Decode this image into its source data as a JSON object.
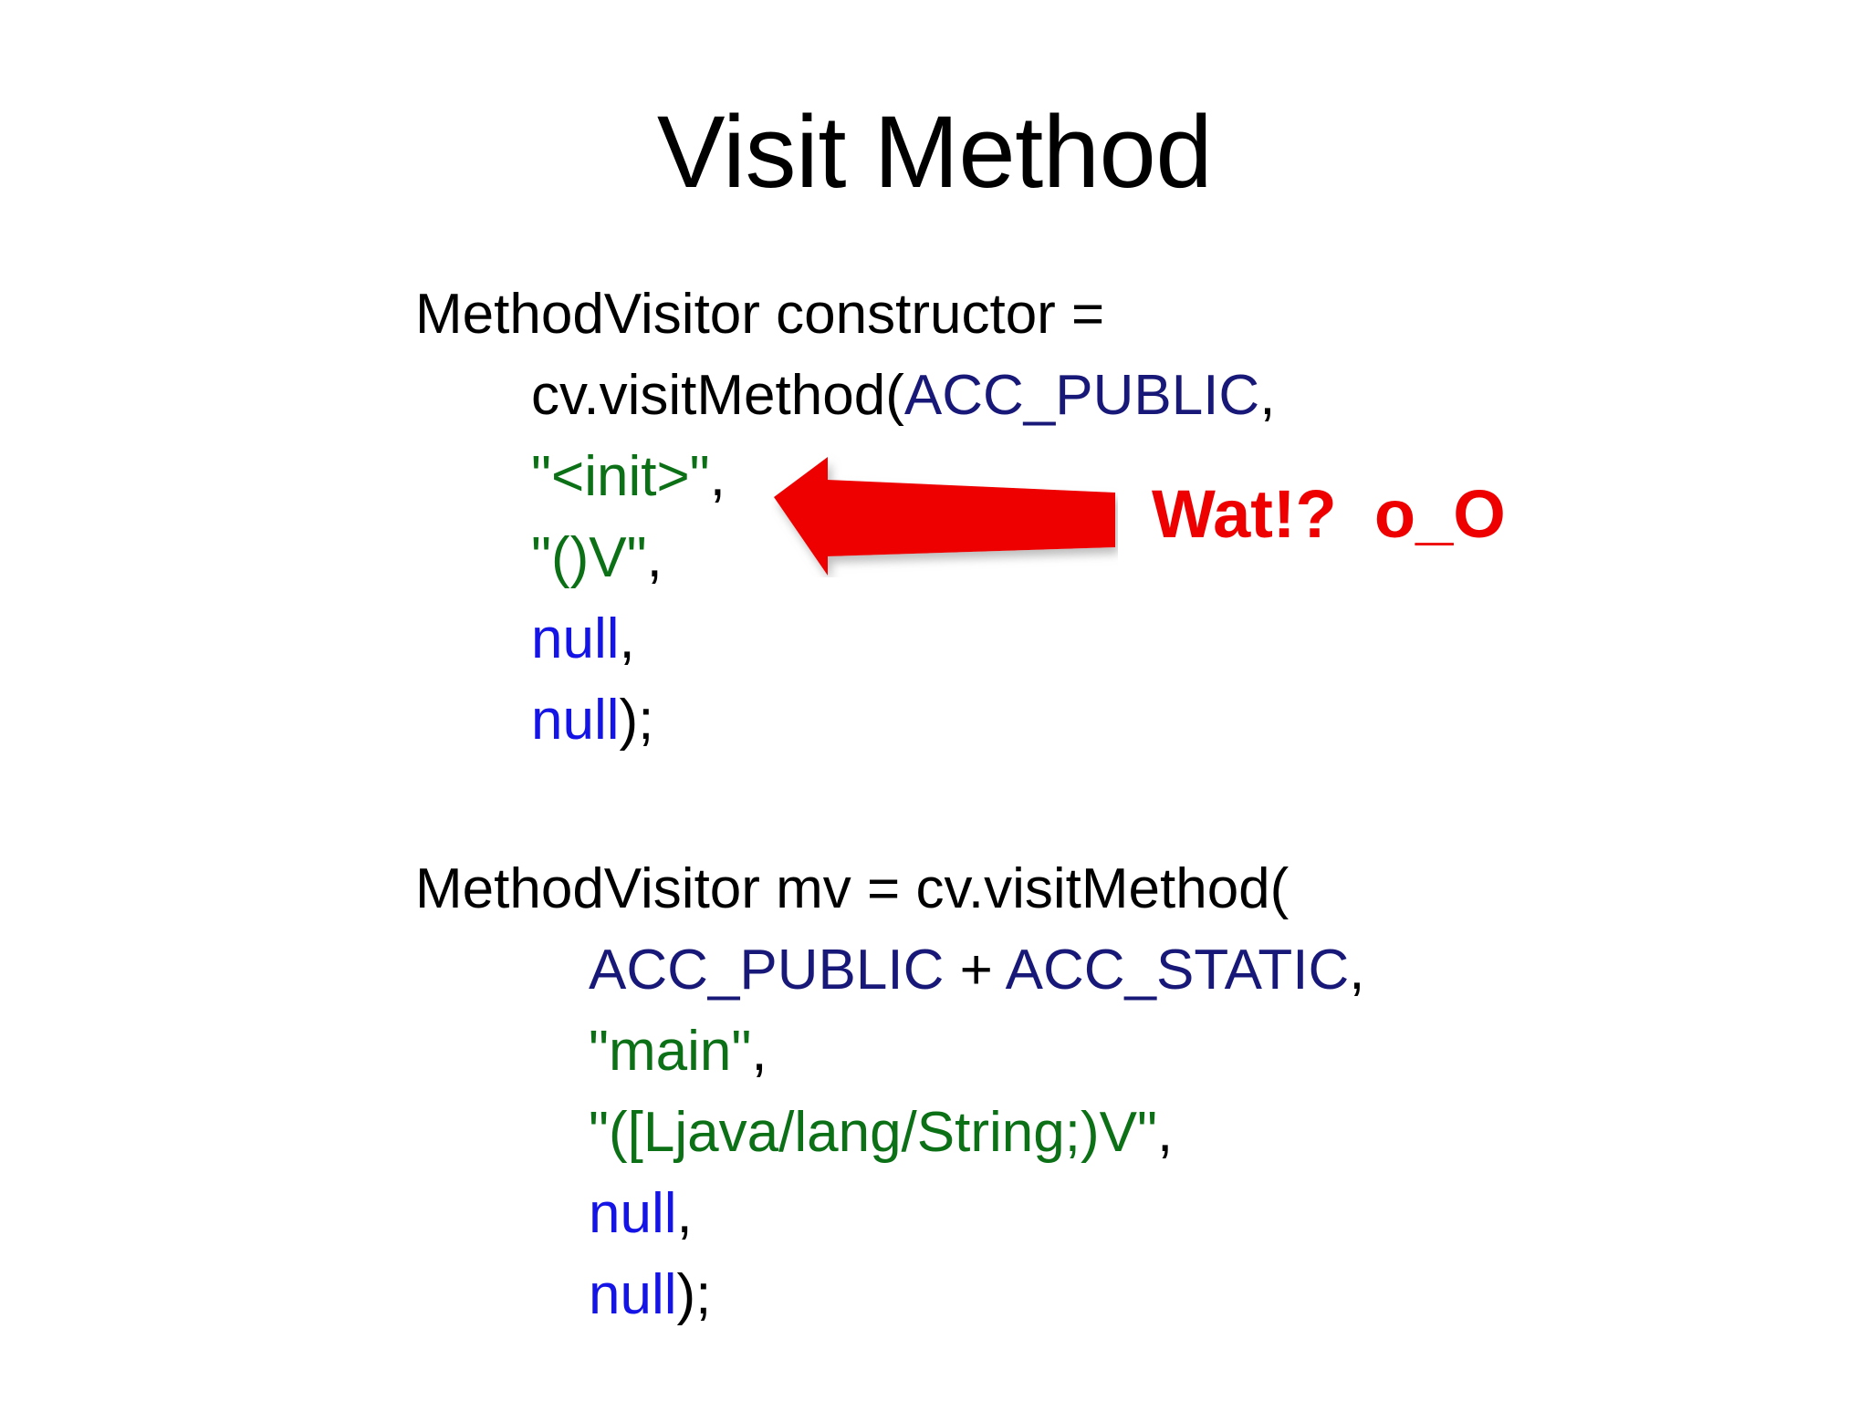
{
  "slide": {
    "title": "Visit Method",
    "background_color": "#ffffff"
  },
  "colors": {
    "plain_text": "#000000",
    "constant_blue": "#181878",
    "null_blue": "#1414e6",
    "string_green": "#0c7016",
    "annotation_red": "#ef0000"
  },
  "code_block_1": {
    "lines": [
      {
        "indent": 0,
        "tokens": [
          {
            "text": "MethodVisitor constructor =",
            "color": "plain"
          }
        ]
      },
      {
        "indent": 1,
        "tokens": [
          {
            "text": "cv.visitMethod(",
            "color": "plain"
          },
          {
            "text": "ACC_PUBLIC",
            "color": "const"
          },
          {
            "text": ",",
            "color": "plain"
          }
        ]
      },
      {
        "indent": 1,
        "tokens": [
          {
            "text": "\"<init>\"",
            "color": "string"
          },
          {
            "text": ",",
            "color": "plain"
          }
        ]
      },
      {
        "indent": 1,
        "tokens": [
          {
            "text": "\"()V\"",
            "color": "string"
          },
          {
            "text": ",",
            "color": "plain"
          }
        ]
      },
      {
        "indent": 1,
        "tokens": [
          {
            "text": "null",
            "color": "null"
          },
          {
            "text": ",",
            "color": "plain"
          }
        ]
      },
      {
        "indent": 1,
        "tokens": [
          {
            "text": "null",
            "color": "null"
          },
          {
            "text": ");",
            "color": "plain"
          }
        ]
      }
    ]
  },
  "code_block_2": {
    "lines": [
      {
        "indent": 0,
        "tokens": [
          {
            "text": "MethodVisitor mv = cv.visitMethod(",
            "color": "plain"
          }
        ]
      },
      {
        "indent": 1,
        "tokens": [
          {
            "text": "ACC_PUBLIC",
            "color": "const"
          },
          {
            "text": " + ",
            "color": "plain"
          },
          {
            "text": "ACC_STATIC",
            "color": "const"
          },
          {
            "text": ",",
            "color": "plain"
          }
        ]
      },
      {
        "indent": 1,
        "tokens": [
          {
            "text": "\"main\"",
            "color": "string"
          },
          {
            "text": ",",
            "color": "plain"
          }
        ]
      },
      {
        "indent": 1,
        "tokens": [
          {
            "text": "\"([Ljava/lang/String;)V\"",
            "color": "string"
          },
          {
            "text": ",",
            "color": "plain"
          }
        ]
      },
      {
        "indent": 1,
        "tokens": [
          {
            "text": "null",
            "color": "null"
          },
          {
            "text": ",",
            "color": "plain"
          }
        ]
      },
      {
        "indent": 1,
        "tokens": [
          {
            "text": "null",
            "color": "null"
          },
          {
            "text": ");",
            "color": "plain"
          }
        ]
      }
    ]
  },
  "annotation": {
    "arrow_direction": "left",
    "arrow_color": "#ef0000",
    "label": "Wat!?  o_O"
  }
}
